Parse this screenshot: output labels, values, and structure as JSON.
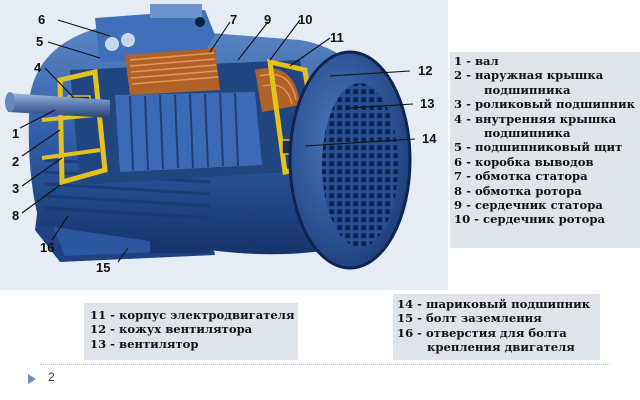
{
  "slide_number": "2",
  "callout_numbers": [
    "1",
    "2",
    "3",
    "4",
    "5",
    "6",
    "7",
    "8",
    "9",
    "10",
    "11",
    "12",
    "13",
    "14",
    "15",
    "16"
  ],
  "legend_right": [
    {
      "num": "1",
      "text": "вал"
    },
    {
      "num": "2",
      "text": "наружная крышка",
      "cont": "подшипника"
    },
    {
      "num": "3",
      "text": "роликовый подшипник"
    },
    {
      "num": "4",
      "text": "внутренняя крышка",
      "cont": "подшипника"
    },
    {
      "num": "5",
      "text": "подшипниковый щит"
    },
    {
      "num": "6",
      "text": "коробка выводов"
    },
    {
      "num": "7",
      "text": "обмотка статора"
    },
    {
      "num": "8",
      "text": "обмотка ротора"
    },
    {
      "num": "9",
      "text": "сердечник статора"
    },
    {
      "num": "10",
      "text": "сердечник ротора"
    }
  ],
  "legend_bottom_left": [
    {
      "num": "11",
      "text": "корпус электродвигателя"
    },
    {
      "num": "12",
      "text": "кожух вентилятора"
    },
    {
      "num": "13",
      "text": "вентилятор"
    }
  ],
  "legend_bottom_right": [
    {
      "num": "14",
      "text": "шариковый подшипник"
    },
    {
      "num": "15",
      "text": "болт заземления"
    },
    {
      "num": "16",
      "text": "отверстия для болта",
      "cont": "крепления двигателя"
    }
  ]
}
